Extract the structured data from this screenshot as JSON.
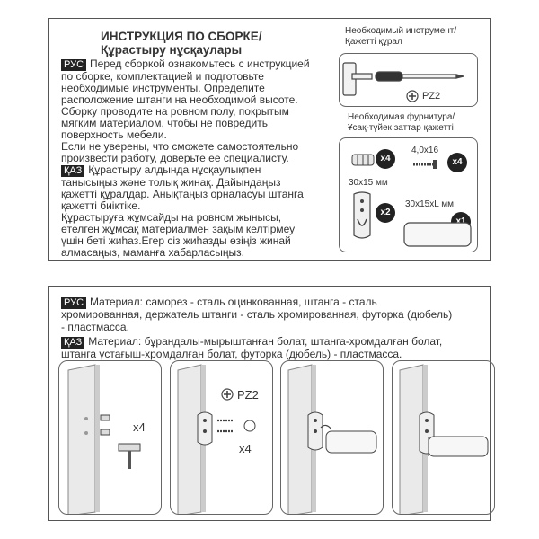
{
  "header": {
    "title_ru": "ИНСТРУКЦИЯ ПО СБОРКЕ/",
    "title_kz": "Құрастыру нұсқаулары"
  },
  "ru_instructions": {
    "tag": "РУС",
    "lines": [
      "Перед сборкой ознакомьтесь с инструкцией",
      "по сборке, комплектацией и подготовьте",
      "необходимые инструменты. Определите",
      "расположение штанги на необходимой высоте.",
      "Сборку проводите на ровном полу, покрытым",
      "мягким материалом, чтобы не повредить",
      "поверхность мебели.",
      "Если не уверены, что сможете самостоятельно",
      "произвести работу, доверьте ее специалисту."
    ]
  },
  "kz_instructions": {
    "tag": "ҚАЗ",
    "lines": [
      "Құрастыру алдында нұсқаулықпен",
      "танысыңыз және толық жинақ. Дайындаңыз",
      "қажетті құралдар. Анықтаңыз орналасуы штанга",
      "қажетті биіктіке.",
      "Құрастыруға жұмсайды на ровном жынысы,",
      "өтелген жұмсақ материалмен зақым келтірмеу",
      "үшін беті жиһаз.Егер сіз жиһазды өзіңіз жинай",
      "алмасаңыз, маманға хабарласыңыз."
    ]
  },
  "tools": {
    "label_line1": "Необходимый инструмент/",
    "label_line2": "Қажетті құрал",
    "screwdriver_type": "PZ2"
  },
  "hardware": {
    "label_line1": "Необходимая фурнитура/",
    "label_line2": "Ұсақ-түйек заттар қажетті",
    "dowel_count": "x4",
    "screw_size": "4,0x16",
    "screw_count": "x4",
    "holder_size": "30x15 мм",
    "holder_count": "x2",
    "rod_size": "30x15xL мм",
    "rod_count": "x1"
  },
  "materials": {
    "ru_tag": "РУС",
    "ru_line1": "Материал: саморез - сталь оцинкованная, штанга - сталь",
    "ru_line2": "хромированная, держатель штанги - сталь хромированная, футорка (дюбель)",
    "ru_line3": "- пластмасса.",
    "kz_tag": "ҚАЗ",
    "kz_line1": "Материал: бұрандалы-мырыштанған болат, штанга-хромдалған болат,",
    "kz_line2": "штанга ұстағыш-хромдалған болат, футорка (дюбель) - пластмасса."
  },
  "steps": {
    "step1_count": "x4",
    "step2_screwdriver": "PZ2",
    "step2_count": "x4"
  }
}
